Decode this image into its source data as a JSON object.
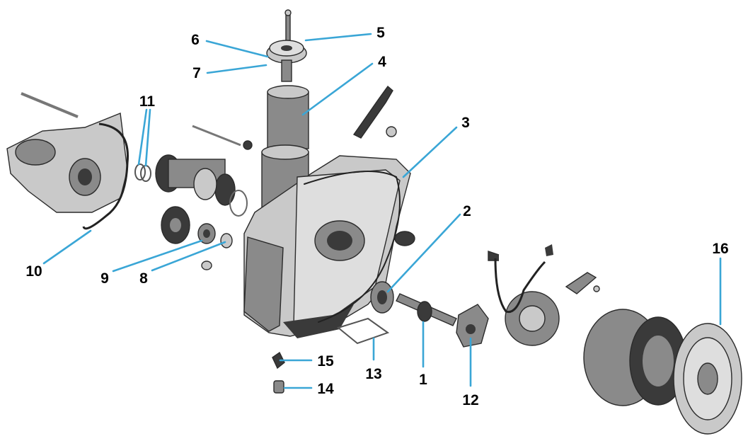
{
  "diagram": {
    "callouts": [
      {
        "id": "c1",
        "label": "1"
      },
      {
        "id": "c2",
        "label": "2"
      },
      {
        "id": "c3",
        "label": "3"
      },
      {
        "id": "c4",
        "label": "4"
      },
      {
        "id": "c5",
        "label": "5"
      },
      {
        "id": "c6",
        "label": "6"
      },
      {
        "id": "c7",
        "label": "7"
      },
      {
        "id": "c8",
        "label": "8"
      },
      {
        "id": "c9",
        "label": "9"
      },
      {
        "id": "c10",
        "label": "10"
      },
      {
        "id": "c11",
        "label": "11"
      },
      {
        "id": "c12",
        "label": "12"
      },
      {
        "id": "c13",
        "label": "13"
      },
      {
        "id": "c14",
        "label": "14"
      },
      {
        "id": "c15",
        "label": "15"
      },
      {
        "id": "c16",
        "label": "16"
      }
    ],
    "leader_color": "#3aa6d6",
    "label_color": "#000000"
  }
}
